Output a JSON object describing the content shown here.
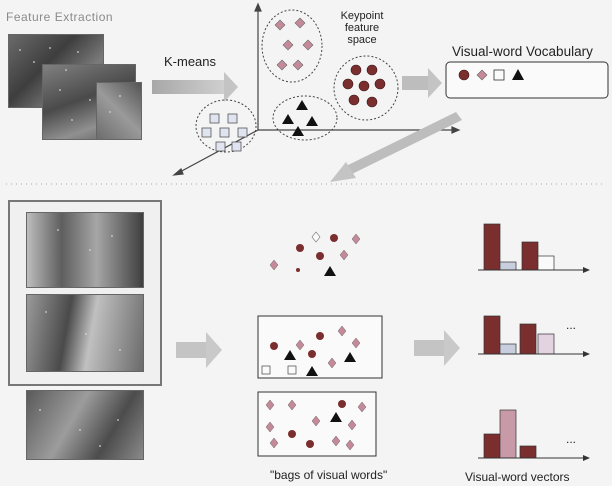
{
  "top": {
    "feature_extraction_label": "Feature Extraction",
    "kmeans_label": "K-means",
    "keypoint_space_label_line1": "Keypoint",
    "keypoint_space_label_line2": "feature",
    "keypoint_space_label_line3": "space",
    "vocabulary_label": "Visual-word Vocabulary",
    "vocabulary_ellipsis": "..............",
    "vocabulary_ellipsis2": "................"
  },
  "bottom": {
    "bags_label": "\"bags of visual words\"",
    "vectors_label": "Visual-word vectors",
    "hist_ellipsis_1": "...",
    "hist_ellipsis_2": "..."
  },
  "colors": {
    "circle": "#7a2e2e",
    "diamond": "#c58a9a",
    "square": "#9aa8c8",
    "triangle": "#111111",
    "arrow": "#b9b9b9"
  },
  "icons": [
    "circle-word-icon",
    "diamond-word-icon",
    "square-word-icon",
    "triangle-word-icon"
  ]
}
